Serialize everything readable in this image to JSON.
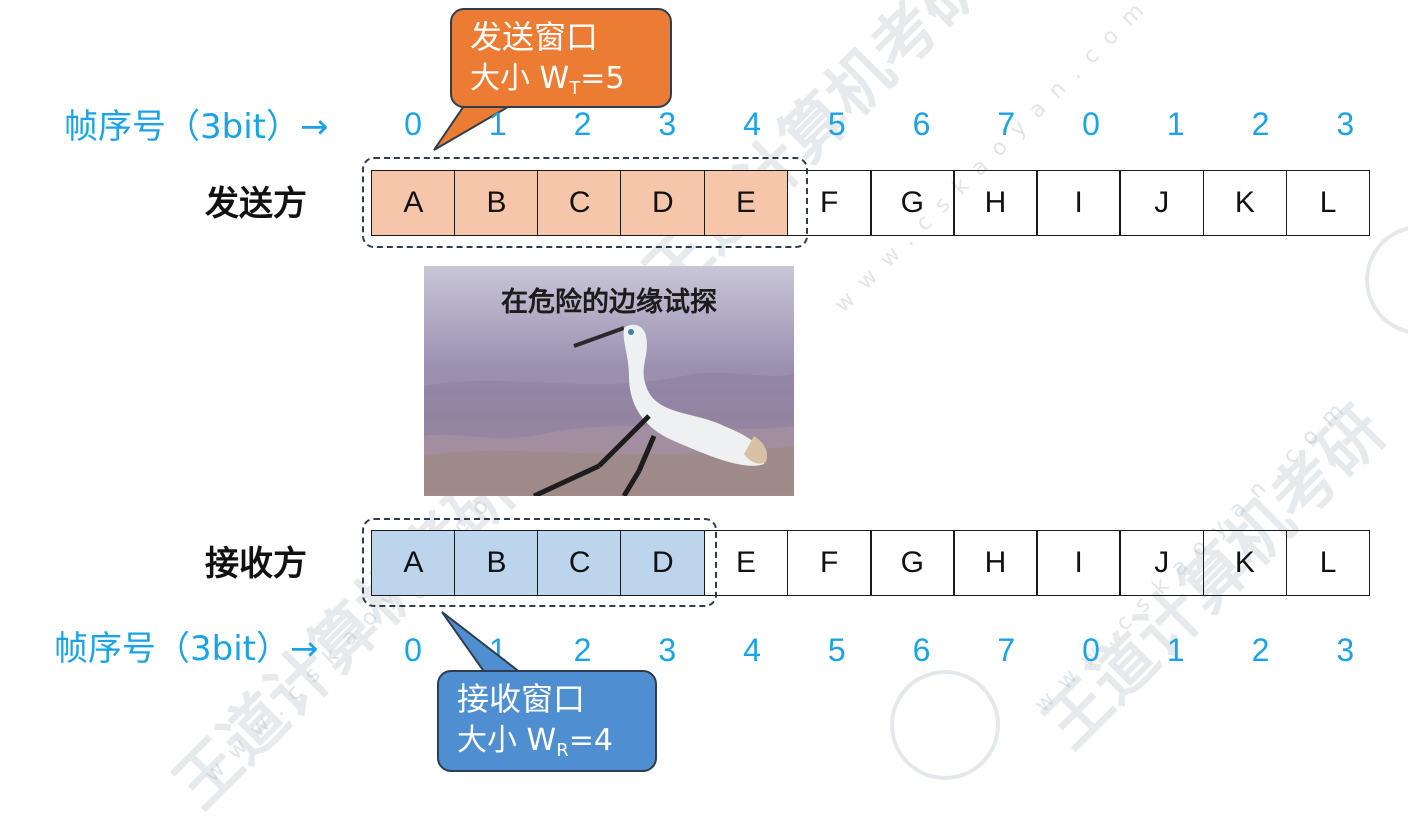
{
  "sender_window_callout": {
    "line1": "发送窗口",
    "line2_prefix": "大小 W",
    "line2_sub": "T",
    "line2_suffix": "=5",
    "color": "#ec7c33"
  },
  "receiver_window_callout": {
    "line1": "接收窗口",
    "line2_prefix": "大小 W",
    "line2_sub": "R",
    "line2_suffix": "=4",
    "color": "#4f8fd1"
  },
  "top_sequence": {
    "label": "帧序号（3bit）→",
    "numbers": [
      "0",
      "1",
      "2",
      "3",
      "4",
      "5",
      "6",
      "7",
      "0",
      "1",
      "2",
      "3"
    ]
  },
  "bottom_sequence": {
    "label": "帧序号（3bit）→",
    "numbers": [
      "0",
      "1",
      "2",
      "3",
      "4",
      "5",
      "6",
      "7",
      "0",
      "1",
      "2",
      "3"
    ]
  },
  "sender": {
    "label": "发送方",
    "frames": [
      "A",
      "B",
      "C",
      "D",
      "E",
      "F",
      "G",
      "H",
      "I",
      "J",
      "K",
      "L"
    ],
    "window_size": 5,
    "highlight_color": "#f5c6aa"
  },
  "receiver": {
    "label": "接收方",
    "frames": [
      "A",
      "B",
      "C",
      "D",
      "E",
      "F",
      "G",
      "H",
      "I",
      "J",
      "K",
      "L"
    ],
    "window_size": 4,
    "highlight_color": "#bcd4ec"
  },
  "meme_image": {
    "caption": "在危险的边缘试探"
  },
  "watermark": {
    "text": "王道计算机考研",
    "url": "www.cskaoyan.com"
  }
}
